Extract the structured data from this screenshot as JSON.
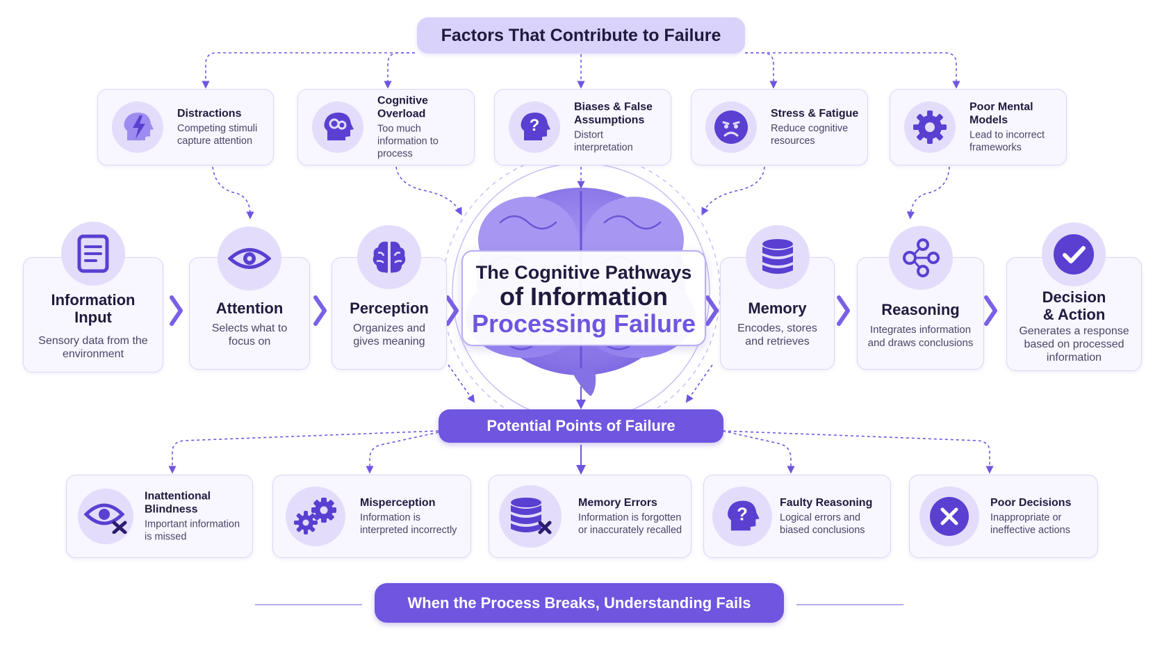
{
  "header": {
    "title": "Factors That Contribute to Failure"
  },
  "factors": [
    {
      "icon": "lightning-head-icon",
      "title": "Distractions",
      "desc": "Competing stimuli capture attention"
    },
    {
      "icon": "gears-head-icon",
      "title": "Cognitive Overload",
      "desc": "Too much information to process"
    },
    {
      "icon": "question-head-icon",
      "title": "Biases & False Assumptions",
      "desc": "Distort interpretation"
    },
    {
      "icon": "sad-face-icon",
      "title": "Stress & Fatigue",
      "desc": "Reduce cognitive resources"
    },
    {
      "icon": "gear-icon",
      "title": "Poor Mental Models",
      "desc": "Lead to incorrect frameworks"
    }
  ],
  "center": {
    "line1": "The Cognitive Pathways",
    "line2": "of Information",
    "line3": "Processing Failure",
    "image": "brain-illustration"
  },
  "pipeline": [
    {
      "icon": "document-icon",
      "title": "Information Input",
      "desc": "Sensory data from the environment"
    },
    {
      "icon": "eye-icon",
      "title": "Attention",
      "desc": "Selects what to focus on"
    },
    {
      "icon": "brain-icon",
      "title": "Perception",
      "desc": "Organizes and gives meaning"
    },
    {
      "icon": "database-icon",
      "title": "Memory",
      "desc": "Encodes, stores and retrieves"
    },
    {
      "icon": "network-icon",
      "title": "Reasoning",
      "desc": "Integrates information and draws conclusions"
    },
    {
      "icon": "checkmark-icon",
      "title": "Decision & Action",
      "desc": "Generates a response based on processed information"
    }
  ],
  "failure_header": {
    "title": "Potential Points of Failure"
  },
  "failures": [
    {
      "icon": "eye-crossed-icon",
      "title": "Inattentional Blindness",
      "desc": "Important information is missed"
    },
    {
      "icon": "gears-icon",
      "title": "Misperception",
      "desc": "Information is interpreted incorrectly"
    },
    {
      "icon": "database-x-icon",
      "title": "Memory Errors",
      "desc": "Information is forgotten or inaccurately recalled"
    },
    {
      "icon": "question-head-icon",
      "title": "Faulty Reasoning",
      "desc": "Logical errors and biased conclusions"
    },
    {
      "icon": "x-circle-icon",
      "title": "Poor Decisions",
      "desc": "Inappropriate or ineffective actions"
    }
  ],
  "footer": {
    "text": "When the Process Breaks, Understanding Fails"
  },
  "colors": {
    "accent": "#6f55e0",
    "light_accent": "#d9d2fb",
    "card_bg": "#f8f6ff",
    "text": "#1f1a3d"
  }
}
